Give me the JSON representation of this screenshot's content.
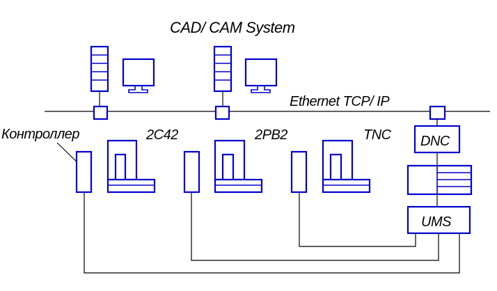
{
  "labels": {
    "title": "CAD/ CAM System",
    "network": "Ethernet TCP/ IP",
    "controller": "Контроллер",
    "machine_1": "2С42",
    "machine_2": "2РВ2",
    "machine_3": "TNC",
    "dnc": "DNC",
    "ums": "UMS"
  },
  "colors": {
    "equipment": "#0000cc",
    "wiring": "#000000",
    "background": "#ffffff"
  }
}
